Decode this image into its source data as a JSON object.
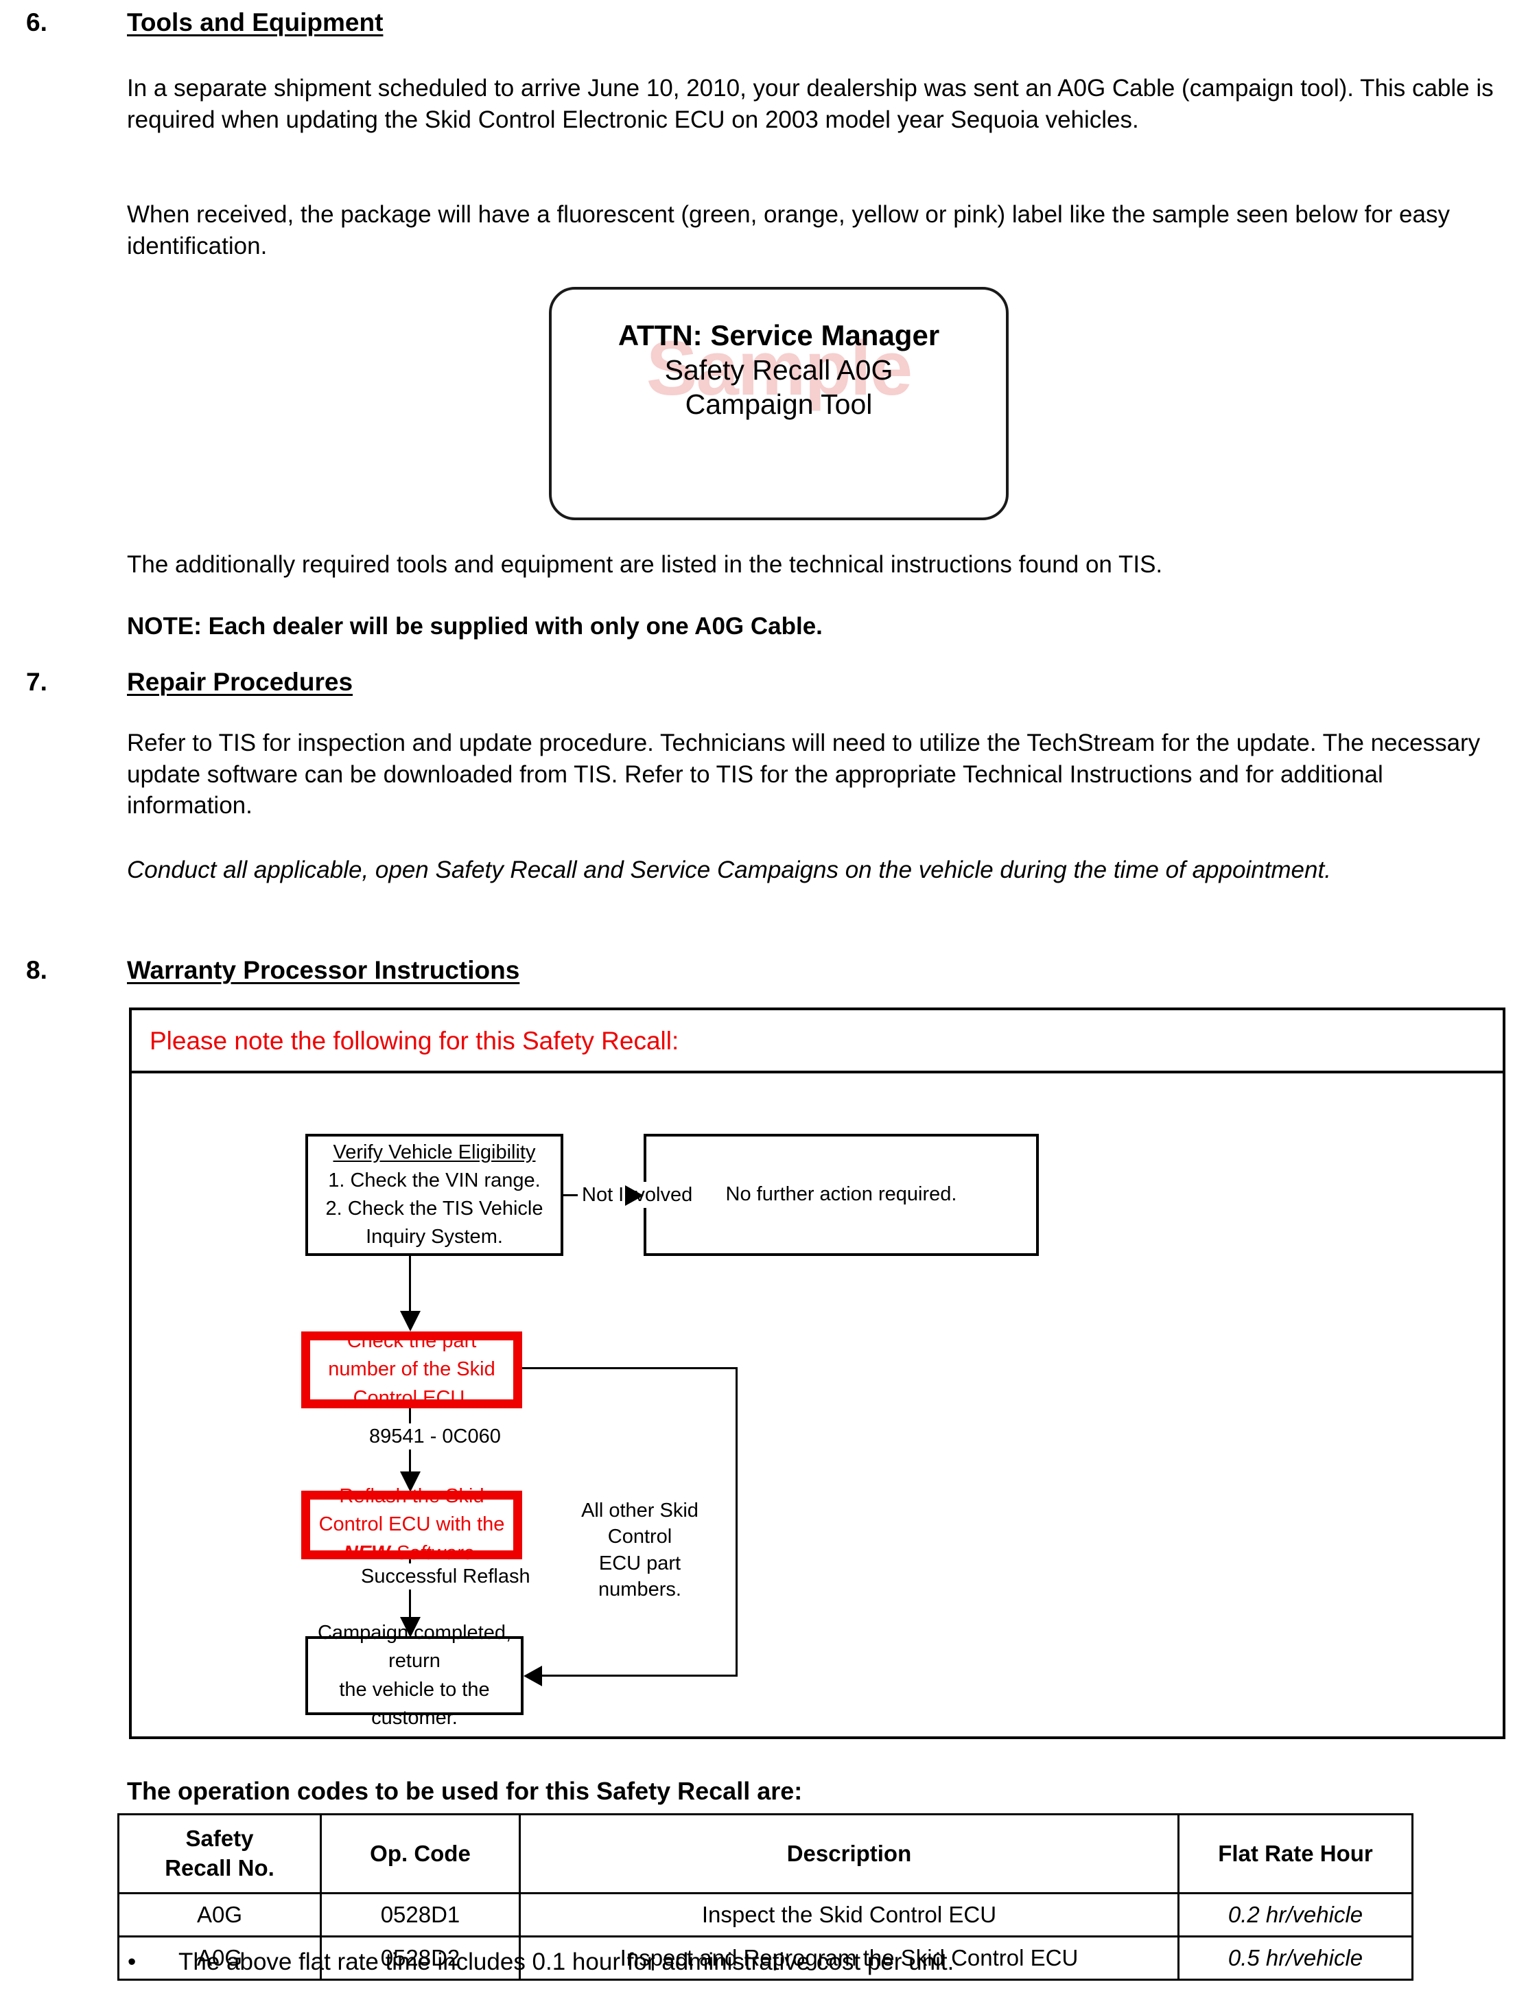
{
  "document": {
    "sections": [
      {
        "number": "6.",
        "title": "Tools and Equipment",
        "paragraphs": [
          "In a separate shipment scheduled to arrive June 10, 2010, your dealership was sent an A0G Cable (campaign tool).   This cable is required when updating the Skid Control Electronic ECU on 2003 model year Sequoia vehicles.",
          "When received, the package will have a fluorescent (green, orange, yellow or pink) label like the sample seen below for easy identification.",
          "The additionally required tools and equipment are listed in the technical instructions found on TIS.",
          "NOTE:  Each dealer will be supplied with only one A0G Cable."
        ]
      },
      {
        "number": "7.",
        "title": "Repair Procedures",
        "paragraphs": [
          "Refer to TIS for inspection and update procedure.  Technicians will need to utilize the TechStream for the update.  The necessary update software can be downloaded from TIS.  Refer to TIS for the appropriate Technical Instructions and for additional information.",
          "Conduct all applicable, open Safety Recall and Service Campaigns on the vehicle during the time of appointment."
        ]
      },
      {
        "number": "8.",
        "title": "Warranty Processor Instructions"
      }
    ]
  },
  "sample_label": {
    "watermark": "Sample",
    "line1": "ATTN: Service Manager",
    "line2": "Safety Recall A0G",
    "line3": "Campaign Tool"
  },
  "flowchart": {
    "note": "Please note the following for this Safety Recall:",
    "nodes": {
      "verify": {
        "title": "Verify Vehicle Eligibility",
        "line1": "1. Check the VIN range.",
        "line2": "2. Check the TIS Vehicle",
        "line3": "Inquiry System."
      },
      "no_action": "No further action required.",
      "check_part": {
        "line1": "Check the part number of the Skid",
        "line2": "Control ECU."
      },
      "reflash": {
        "line1": "Reflash the Skid Control ECU with the",
        "emphasis": "NEW",
        "line2": " Software."
      },
      "completed": {
        "line1": "Campaign completed, return",
        "line2": "the vehicle to the customer."
      }
    },
    "edges": {
      "not_involved": "Not Involved",
      "part_number": "89541 - 0C060",
      "other_parts_line1": "All other Skid Control",
      "other_parts_line2": "ECU part numbers.",
      "successful_reflash": "Successful Reflash"
    },
    "colors": {
      "red": "#ee0000",
      "black": "#000000"
    }
  },
  "op_table": {
    "caption": "The operation codes to be used for this Safety Recall are:",
    "headers": {
      "recall_no_line1": "Safety",
      "recall_no_line2": "Recall No.",
      "op_code": "Op. Code",
      "description": "Description",
      "flat_rate": "Flat Rate Hour"
    },
    "rows": [
      {
        "recall_no": "A0G",
        "op_code": "0528D1",
        "description": "Inspect the Skid Control ECU",
        "flat_rate": "0.2 hr/vehicle"
      },
      {
        "recall_no": "A0G",
        "op_code": "0528D2",
        "description": "Inspect and Reprogram the Skid Control ECU",
        "flat_rate": "0.5 hr/vehicle"
      }
    ],
    "footnote_bullet": "•",
    "footnote": "The above flat rate time includes 0.1 hour for administrative cost per unit."
  }
}
